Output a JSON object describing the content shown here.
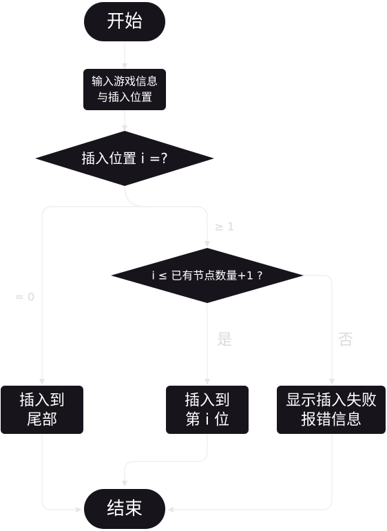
{
  "nodes": {
    "start": "开始",
    "input_line1": "输入游戏信息",
    "input_line2": "与插入位置",
    "decision_position": "插入位置 i =?",
    "decision_count": "i ≤ 已有节点数量+1 ?",
    "tail_line1": "插入到",
    "tail_line2": "尾部",
    "ith_line1": "插入到",
    "ith_line2": "第 i 位",
    "fail_line1": "显示插入失败",
    "fail_line2": "报错信息",
    "end": "结束"
  },
  "edge_labels": {
    "ge_one": "≥ 1",
    "eq_zero": "= 0",
    "yes": "是",
    "no": "否"
  },
  "colors": {
    "node_fill": "#17141c",
    "node_text": "#ffffff",
    "edge": "#ececec",
    "edge_label": "#dadada"
  }
}
